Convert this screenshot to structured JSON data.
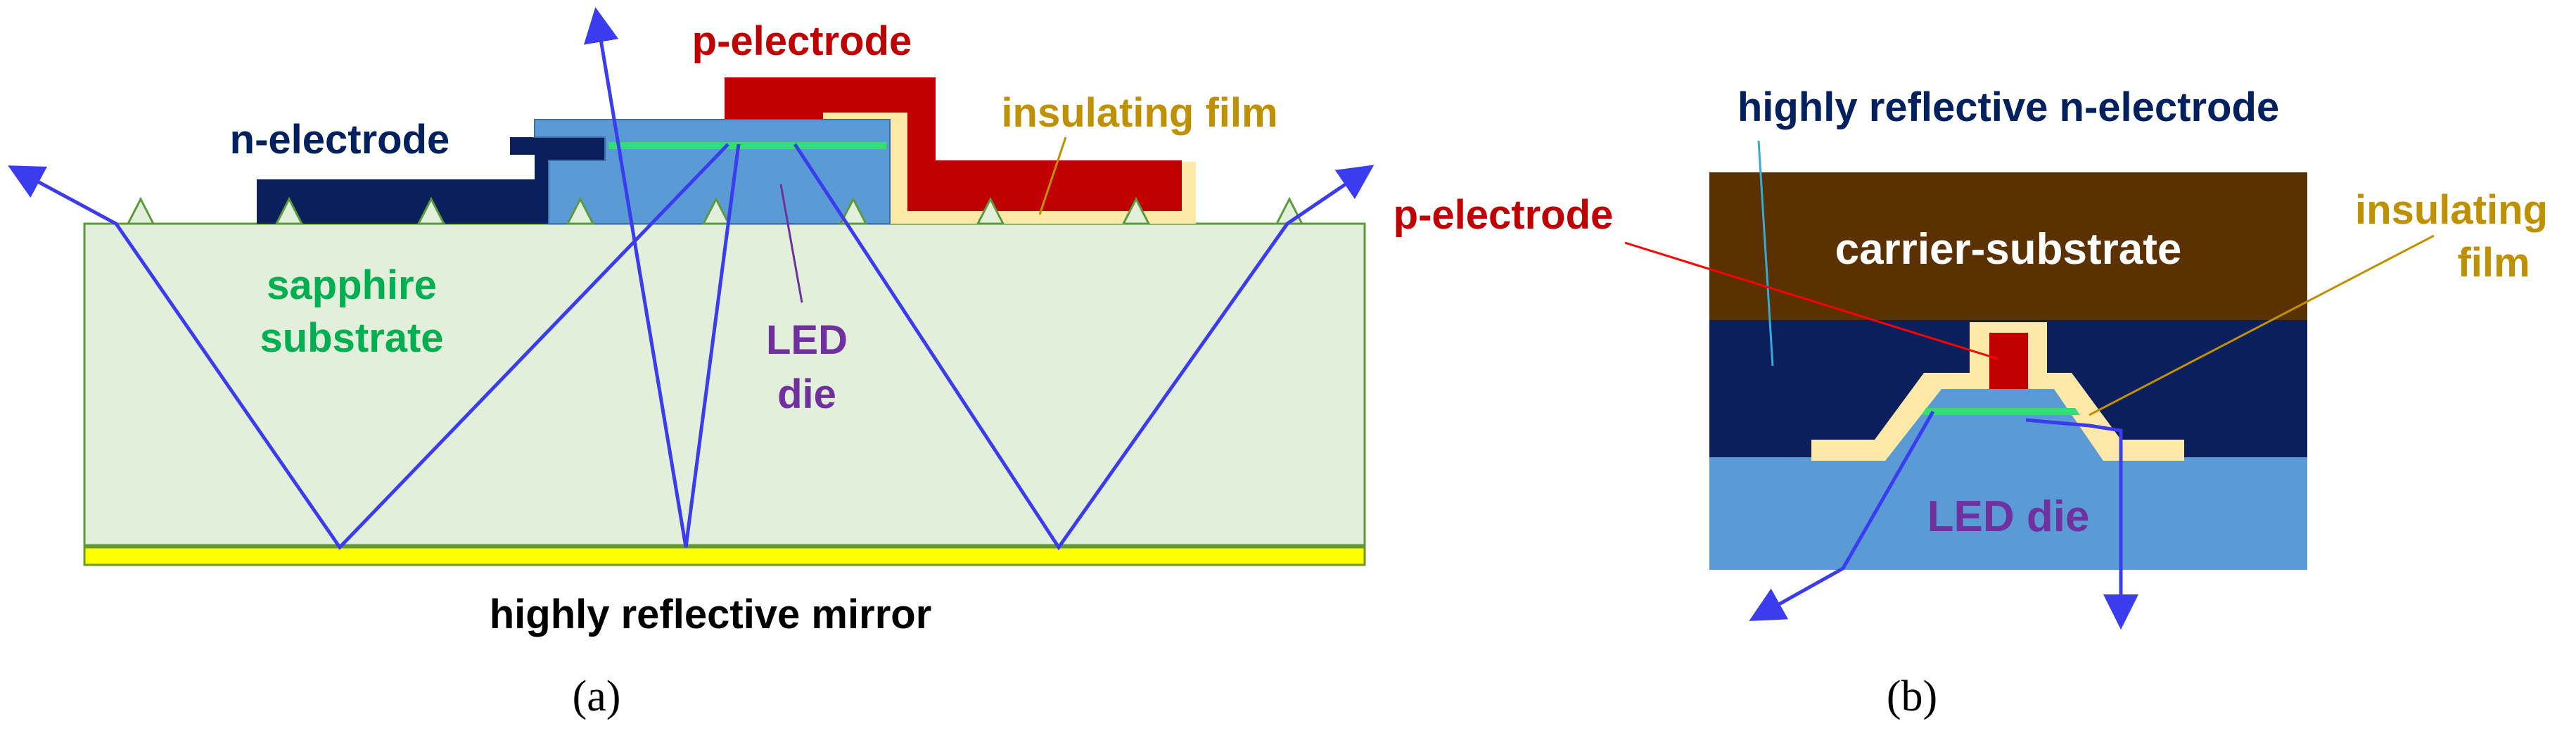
{
  "panel_a": {
    "caption": "(a)",
    "labels": {
      "p_electrode": "p-electrode",
      "n_electrode": "n-electrode",
      "insulating_film": "insulating film",
      "sapphire_line1": "sapphire",
      "sapphire_line2": "substrate",
      "led_line1": "LED",
      "led_line2": "die",
      "mirror": "highly reflective mirror"
    }
  },
  "panel_b": {
    "caption": "(b)",
    "labels": {
      "n_electrode": "highly reflective n-electrode",
      "p_electrode": "p-electrode",
      "carrier": "carrier-substrate",
      "insulating_line1": "insulating",
      "insulating_line2": "film",
      "led": "LED die"
    }
  },
  "colors": {
    "p_electrode": "#c00000",
    "n_electrode": "#0a1f5c",
    "n_electrode_label": "#002060",
    "insulating": "#ffe9a8",
    "insulating_label": "#bf9000",
    "sapphire_fill": "#e2efda",
    "sapphire_label": "#00b050",
    "led_die": "#5b9bd5",
    "led_label": "#7030a0",
    "active_layer": "#33dd77",
    "mirror": "#ffff00",
    "carrier": "#5c3100",
    "ray": "#3b3bf0"
  }
}
